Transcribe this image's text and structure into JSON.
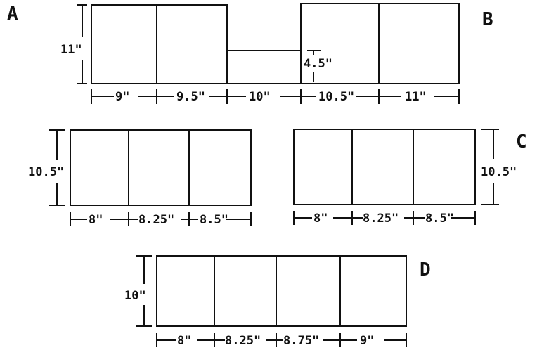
{
  "figures": {
    "A": {
      "letter": "A",
      "height_label": "11\"",
      "widths": [
        "9\"",
        "9.5\"",
        "10\""
      ]
    },
    "B": {
      "letter": "B",
      "connector_label": "4.5\"",
      "widths": [
        "10.5\"",
        "11\""
      ]
    },
    "left_mid": {
      "height_label": "10.5\"",
      "widths": [
        "8\"",
        "8.25\"",
        "8.5\""
      ]
    },
    "C": {
      "letter": "C",
      "height_label": "10.5\"",
      "widths": [
        "8\"",
        "8.25\"",
        "8.5\""
      ]
    },
    "D": {
      "letter": "D",
      "height_label": "10\"",
      "widths": [
        "8\"",
        "8.25\"",
        "8.75\"",
        "9\""
      ]
    }
  }
}
